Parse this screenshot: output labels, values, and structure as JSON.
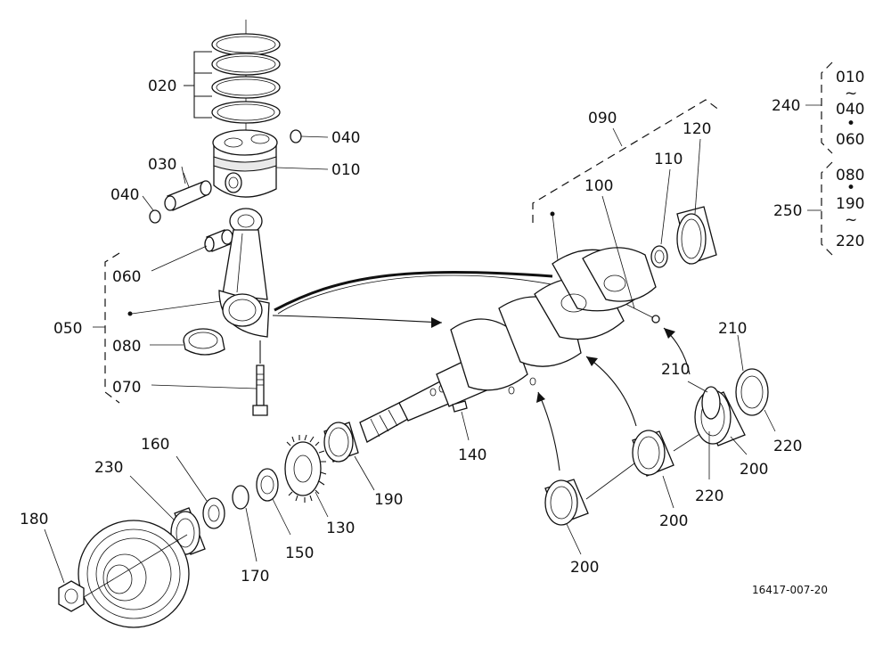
{
  "labels": {
    "p010": "010",
    "p020": "020",
    "p030": "030",
    "p040a": "040",
    "p040b": "040",
    "p050": "050",
    "p060": "060",
    "p070": "070",
    "p080": "080",
    "p090": "090",
    "p100": "100",
    "p110": "110",
    "p120": "120",
    "p130": "130",
    "p140": "140",
    "p150": "150",
    "p160": "160",
    "p170": "170",
    "p180": "180",
    "p190": "190",
    "p200a": "200",
    "p200b": "200",
    "p200c": "200",
    "p210a": "210",
    "p210b": "210",
    "p220a": "220",
    "p220b": "220",
    "p230": "230",
    "p240": "240",
    "p250": "250"
  },
  "legend": {
    "set240": {
      "a": "010",
      "tilde": "~",
      "b": "040",
      "dot": "•",
      "c": "060"
    },
    "set250": {
      "a": "080",
      "dot": "•",
      "b": "190",
      "tilde": "~",
      "c": "220"
    }
  },
  "figure_id": "16417-007-20"
}
